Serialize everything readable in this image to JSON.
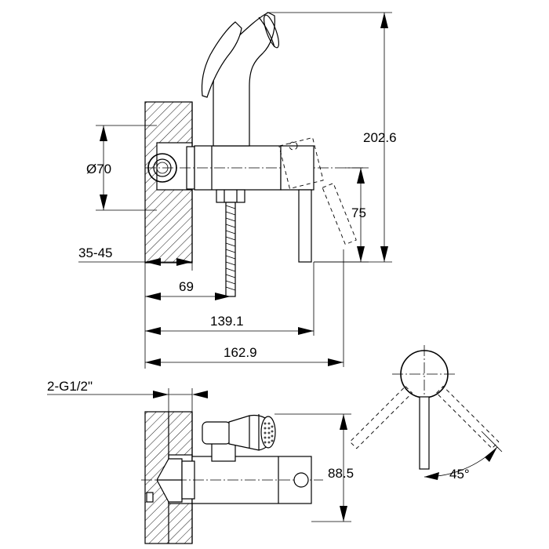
{
  "dimensions": {
    "overall_height": "202.6",
    "diameter": "Ø70",
    "lever_height": "75",
    "wall_depth": "35-45",
    "hose_offset": "69",
    "handle_offset": "139.1",
    "overall_length": "162.9",
    "connection": "2-G1/2\"",
    "bottom_height": "88.5",
    "lever_angle": "45°"
  },
  "colors": {
    "line": "#000000",
    "background": "#ffffff"
  }
}
